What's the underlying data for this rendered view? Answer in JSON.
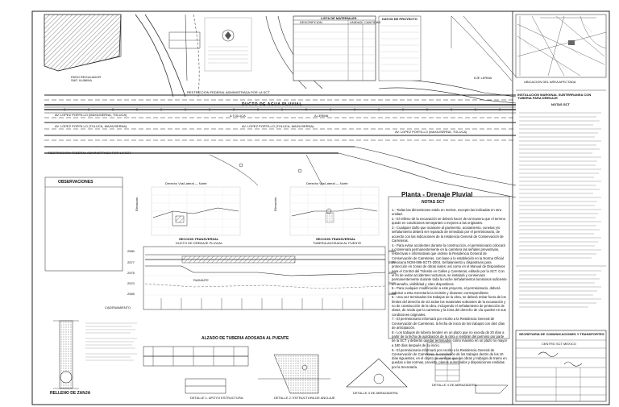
{
  "plan": {
    "title": "Planta - Drenaje Pluvial",
    "duct_label": "DUCTO DE AGUA PLUVIAL",
    "restriction_top": "RESTRICCION FEDERAL ADMINISTRADA POR LA SCT",
    "restriction_bottom": "RESTRICCION FEDERAL ADMINISTRADA POR LA SCT",
    "road_labels": [
      "AV. LOPEZ PORTILLO (MAXIUSERNA, TOLUCA)",
      "AV. LOPEZ PORTILLO (TOLUCA, MAXIUSERNA)",
      "AV. LOPEZ PORTILLO (TOLUCA, MAXIUSERNA)",
      "AV. LOPEZ PORTILLO (MAXIUSERNA, TOLUCA)"
    ],
    "toluca": "A TOLUCA",
    "lerma": "A LERMA",
    "eje_lerma": "EJE LERMA",
    "regulator": "PASO REGULADOR\nSAP, ILUMINA"
  },
  "observaciones": {
    "title": "OBSERVACIONES"
  },
  "notas_sct": {
    "title": "NOTAS SCT",
    "items": [
      "1.- Todas las dimensiones están en metros, excepto las indicadas en otra unidad.",
      "2.- El relleno de la excavación se deberá hacer de tal manera que el terreno quede en condiciones semejantes o mejores a las originales.",
      "3.- Cualquier daño que ocasione al pavimento, acotamiento, cunetas y/o señalamiento deberá ser reparado de inmediato por el permisionario, de acuerdo con las indicaciones de la residencia General de Conservación de Carreteras.",
      "4.- Para evitar accidentes durante la construcción, el permisionario colocará y conservará permanentemente en la carretera las señales preventivas, restrictivas e informativas que ordene la Residencia General de Conservación de Carreteras, con base a lo establecido en la Norma Oficial Mexicana NOM-086-SCT2-2004, Señalamiento y dispositivos para protección en zonas de obras viales; así como en el Manual de Dispositivos para el Control del Tránsito en Calles y Carreteras, editado por la SCT. Con el fin de evitar accidentes nocturnos, se instalará y conservará permanentemente durante toda la noche señalamientos luminosos suficiente en tamaño, visibilidad y claro dispositivos.",
      "5.- Para cualquier modificación a este proyecto, el permisionario, deberá solicitar a esta Secretaría la revisión y dictamen correspondiente.",
      "6.- Una vez terminados los trabajos de la obra, se deberá retirar fuera de los límites del derecho de vía todos los materiales sobrantes de la excavación y no de construcción de la obra, incluyendo el señalamiento de protección de obras, de modo que la carretera y la zona del derecho de vía queden en sus condiciones originales.",
      "7.- El permisionario informará por escrito a la Residencia General de Conservación de Carreteras, la fecha de inicio de los trabajos con diez días de anticipación.",
      "8.- Los trabajos de tubería tienden en un plazo que no exceda de 20 días a partir de la fecha de aprobación de la obra y rendirán del permiso por parte de la SCT y deberán quedar terminados como máximo en un plazo no mayor a 180 días después de su inicio.",
      "9.- El permisionario informará por escrito a la Residencia General de Conservación de Carreteras, la conclusión de los trabajos dentro de los 10 días siguientes, en el objeto de verificar que las obras y trabajos de tramo en quedan a las normas, provisto, planos autorizados y disposiciones emitidas por la Secretaría."
    ]
  },
  "sections": {
    "left_title": "SECCION TRANSVERSAL",
    "left_sub": "DUCTO DE DRENAJE PLUVIAL",
    "right_title": "SECCION TRANSVERSAL",
    "right_sub": "TUBERIA ADOSADA AL PUENTE",
    "elevation_left": "Elevación",
    "elevation_right": "Elevación",
    "left_header": "Derecho Vía/Lateral — Norte",
    "right_header": "Derecho Vía/Lateral — Norte"
  },
  "profile": {
    "elev_axis": [
      "2580",
      "2577",
      "2575",
      "2570",
      "2565"
    ],
    "elev_axis_right": [
      "2580",
      "2577",
      "2575",
      "2570",
      "2565"
    ],
    "cadenamiento": "CADENAMIENTO",
    "rasante": "RASANTE"
  },
  "alzado": {
    "title": "ALZADO DE TUBERIA ADOSADA AL PUENTE"
  },
  "relleno": {
    "title": "RELLENO DE ZANJA"
  },
  "detalles": [
    "DETALLE 1. APOYO ESTRUCTURA",
    "DETALLE 2. ESTRUCTURA DE ANCLAJE",
    "DETALLE 3 DE ABRAZADERA",
    "DETALLE 4 DE ABRAZADERA"
  ],
  "lista_materiales": {
    "title": "LISTA DE MATERIALES",
    "cols": [
      "DESCRIPCION",
      "UNIDAD",
      "CANTIDAD"
    ]
  },
  "datos_proyecto": {
    "title": "DATOS DE PROYECTO"
  },
  "right_panel": {
    "located_in": "UBICACION DEL AREA AFECTADA",
    "approval_title": "INSTALACION MARGINAL SUBTERRANEA CON TUBERIA PARA DRENAJE",
    "notas_title": "NOTAS SCT",
    "title_block": "SECRETARIA DE COMUNICACIONES Y TRANSPORTES",
    "subtitle_block": "CENTRO SCT MEXICO"
  },
  "colors": {
    "ink": "#222222",
    "duct": "#444444",
    "hatch": "#777777",
    "paper": "#ffffff"
  }
}
